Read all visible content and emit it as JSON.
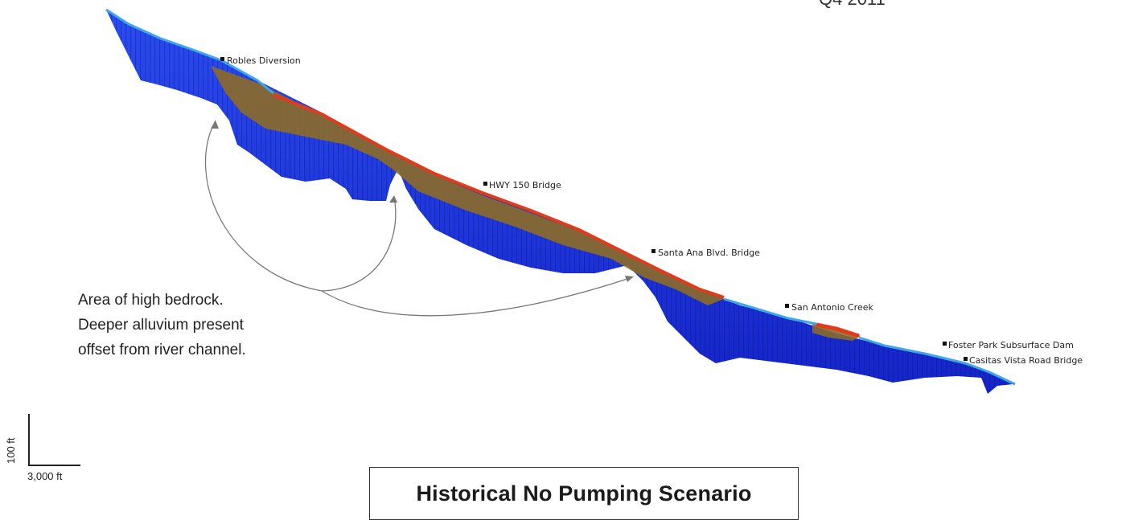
{
  "partial_top_text": "Q4 2011",
  "locations": [
    {
      "name": "Robles Diversion",
      "id": "robles"
    },
    {
      "name": "HWY 150 Bridge",
      "id": "hwy150"
    },
    {
      "name": "Santa Ana Blvd. Bridge",
      "id": "santaana"
    },
    {
      "name": "San Antonio Creek",
      "id": "sanantonio"
    },
    {
      "name": "Foster Park Subsurface Dam",
      "id": "fosterpark"
    },
    {
      "name": "Casitas Vista Road Bridge",
      "id": "casitas"
    }
  ],
  "annotation": {
    "lines": [
      "Area of high bedrock.",
      "Deeper alluvium present",
      "offset from river channel."
    ]
  },
  "scale": {
    "vertical": "100 ft",
    "horizontal": "3,000 ft"
  },
  "scenario_title": "Historical No Pumping Scenario",
  "colors": {
    "alluvium": "#1f3fe0",
    "alluvium_dark": "#0a1a8a",
    "saturated": "#8a6a2a",
    "surface_high": "#e23b1c",
    "surface_low": "#3fa6e8"
  }
}
